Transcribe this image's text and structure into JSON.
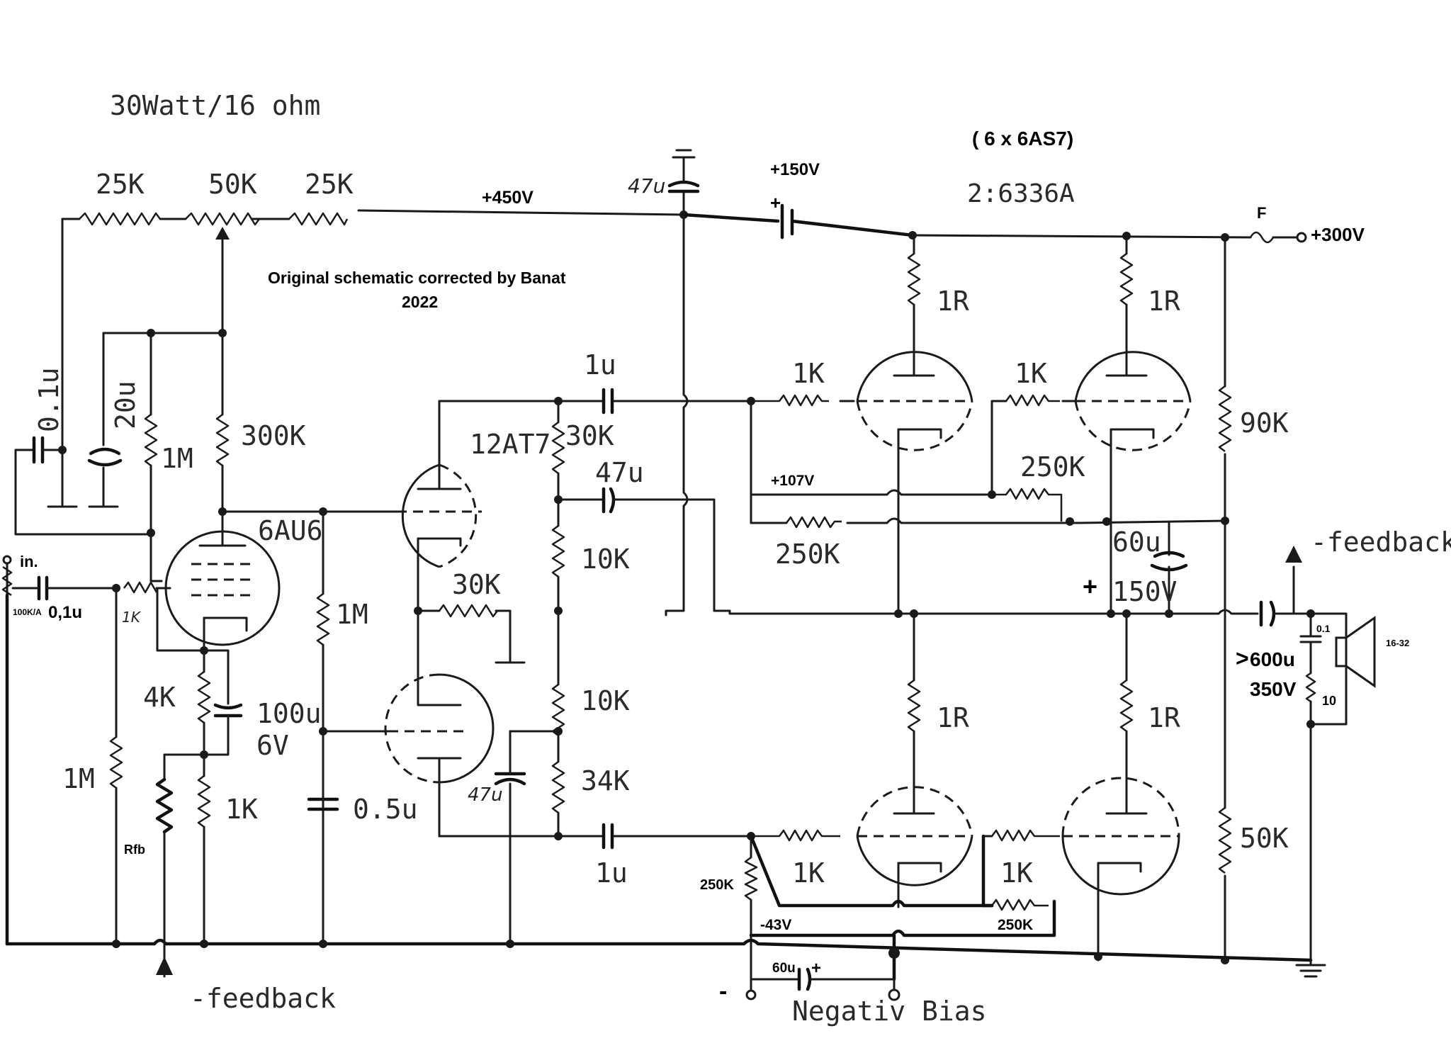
{
  "header": {
    "power_rating": "30Watt/16 ohm",
    "tubes_note": "( 6 x 6AS7)",
    "alt_tubes": "2:6336A",
    "credit_line1": "Original schematic corrected by Banat",
    "credit_line2": "2022"
  },
  "rails": {
    "b_plus_450": "+450V",
    "b_plus_300": "+300V",
    "battery_150": "+150V",
    "node_107": "+107V",
    "node_neg43": "-43V",
    "fuse": "F"
  },
  "input": {
    "label": "in.",
    "pot": "100K/A",
    "cap": "0,1u",
    "grid_stopper": "1K"
  },
  "tubes": {
    "driver": "6AU6",
    "phase_splitter": "12AT7"
  },
  "components": {
    "r_top_left": "25K",
    "pot_top": "50K",
    "r_top_right": "25K",
    "cap_0_1u": "0.1u",
    "cap_20u": "20u",
    "r_1m_screen": "1M",
    "r_300k": "300K",
    "r_4k": "4K",
    "cap_100u": "100u",
    "cap_100u_v": "6V",
    "r_1k_cathode": "1K",
    "r_1m_input": "1M",
    "r_fb": "Rfb",
    "r_1m_grid": "1M",
    "cap_0_5u": "0.5u",
    "cap_47u_top": "47u",
    "cap_47u_mid": "47u",
    "cap_47u_low": "47u",
    "r_30k_plate": "30K",
    "r_10k_upper": "10K",
    "r_30k_grid": "30K",
    "r_10k_lower": "10K",
    "r_34k": "34K",
    "cap_1u_top": "1u",
    "cap_1u_bottom": "1u",
    "r_1k_g1": "1K",
    "r_1k_g2": "1K",
    "r_1k_g3": "1K",
    "r_1k_g4": "1K",
    "r_250k_a": "250K",
    "r_250k_b": "250K",
    "r_250k_c": "250K",
    "r_250k_d": "250K",
    "r_1r_a": "1R",
    "r_1r_b": "1R",
    "r_1r_c": "1R",
    "r_1r_d": "1R",
    "r_90k": "90K",
    "r_50k": "50K",
    "cap_60u_top": "60u",
    "cap_60u_top_v": "150V",
    "cap_60u_bias": "60u",
    "cap_out": "600u",
    "cap_out_prefix": ">",
    "cap_out_v": "350V",
    "zobel_c": "0.1",
    "zobel_r": "10",
    "speaker": "16-32"
  },
  "labels": {
    "feedback_top": "-feedback",
    "feedback_bottom": "-feedback",
    "neg_bias": "Negativ Bias",
    "minus": "-",
    "plus_150": "+"
  }
}
